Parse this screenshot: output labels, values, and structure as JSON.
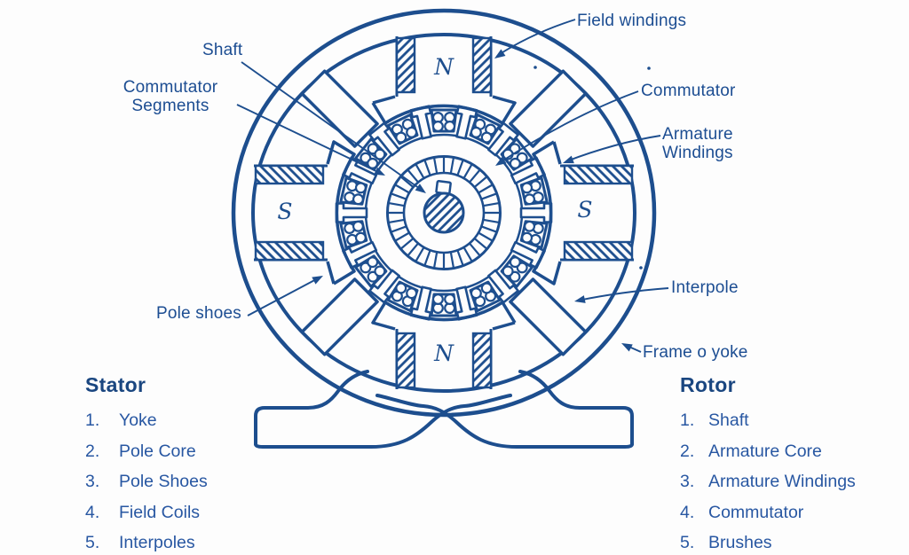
{
  "diagram": {
    "labels": {
      "field_windings": "Field windings",
      "shaft": "Shaft",
      "commutator_segments_line1": "Commutator",
      "commutator_segments_line2": "Segments",
      "commutator": "Commutator",
      "armature_windings_line1": "Armature",
      "armature_windings_line2": "Windings",
      "interpole": "Interpole",
      "frame_or_yoke": "Frame o yoke",
      "pole_shoes": "Pole shoes"
    },
    "poles": {
      "top": "N",
      "bottom": "N",
      "left": "S",
      "right": "S"
    },
    "colors": {
      "line": "#1d4e8e",
      "label_text": "#1c4d92",
      "list_title": "#1a4680",
      "list_item": "#2857a2",
      "background": "#fdfdfd"
    }
  },
  "stator": {
    "title": "Stator",
    "items": [
      {
        "num": "1.",
        "label": "Yoke"
      },
      {
        "num": "2.",
        "label": "Pole Core"
      },
      {
        "num": "3.",
        "label": "Pole Shoes"
      },
      {
        "num": "4.",
        "label": "Field Coils"
      },
      {
        "num": "5.",
        "label": "Interpoles"
      }
    ]
  },
  "rotor": {
    "title": "Rotor",
    "items": [
      {
        "num": "1.",
        "label": "Shaft"
      },
      {
        "num": "2.",
        "label": "Armature Core"
      },
      {
        "num": "3.",
        "label": "Armature Windings"
      },
      {
        "num": "4.",
        "label": "Commutator"
      },
      {
        "num": "5.",
        "label": "Brushes"
      }
    ]
  }
}
